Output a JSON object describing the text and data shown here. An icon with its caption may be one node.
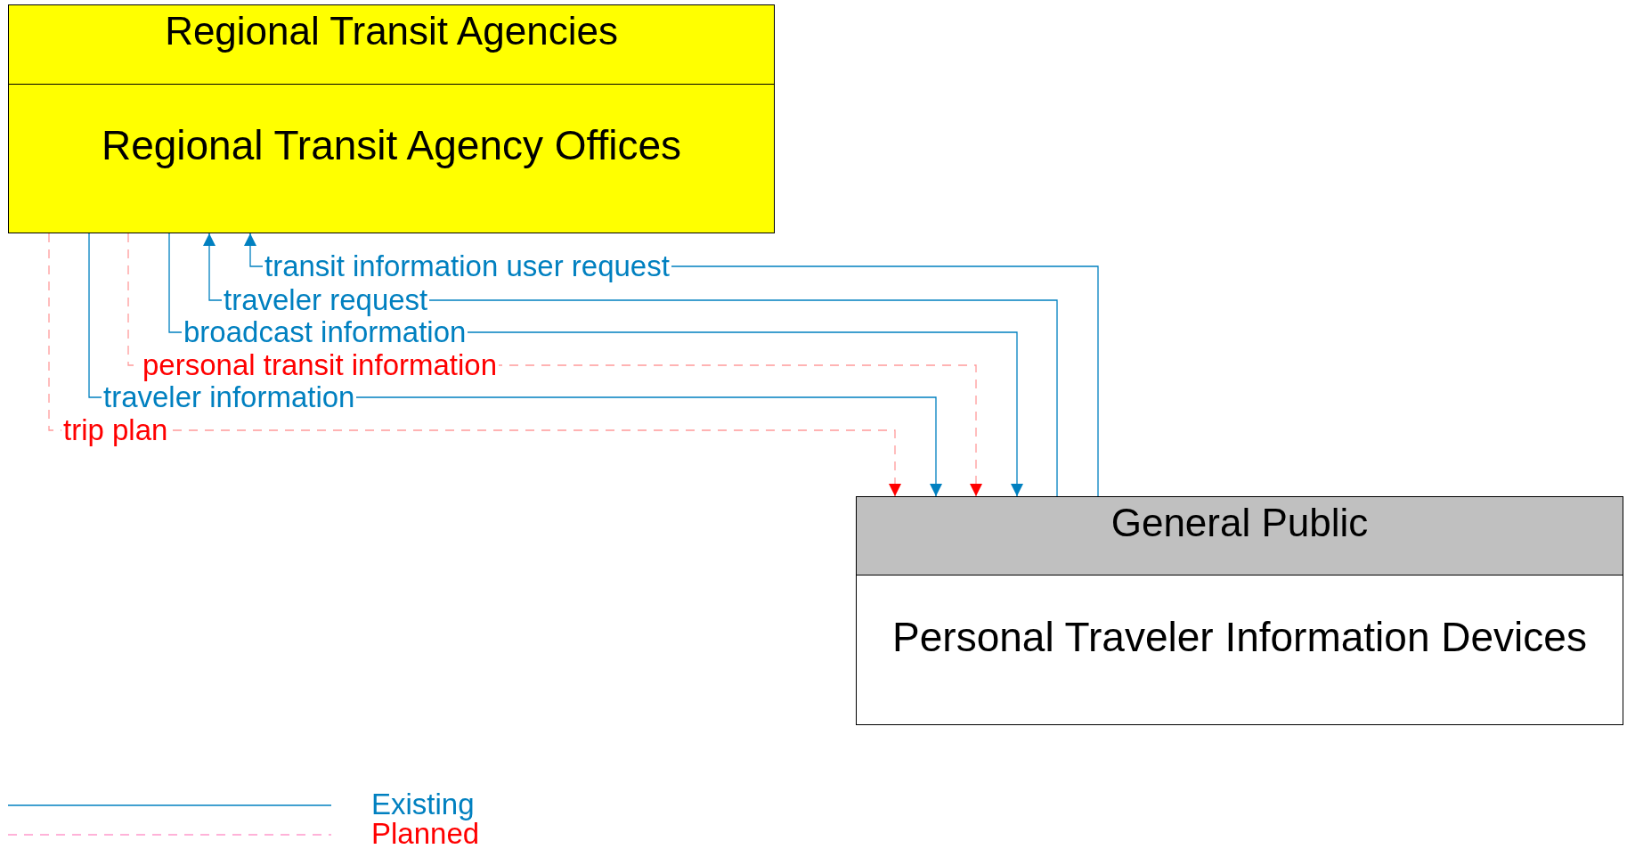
{
  "diagram": {
    "nodes": [
      {
        "text": [
          "Regional Transit Agencies",
          "Regional Transit Agency Offices"
        ]
      },
      {
        "text": [
          "General Public",
          "Personal Traveler Information Devices"
        ]
      }
    ],
    "edges": [
      {
        "from": 1,
        "to": 0,
        "arrow": "to",
        "label": "transit information user request"
      },
      {
        "from": 1,
        "to": 0,
        "arrow": "to",
        "label": "traveler request"
      },
      {
        "from": 0,
        "to": 1,
        "arrow": "to",
        "label": "broadcast information"
      },
      {
        "from": 0,
        "to": 1,
        "arrow": "to",
        "label": "personal transit information",
        "style": "dashed",
        "color": "#ff0000"
      },
      {
        "from": 0,
        "to": 1,
        "arrow": "to",
        "label": "traveler information"
      },
      {
        "from": 0,
        "to": 1,
        "arrow": "to",
        "label": "trip plan",
        "style": "dashed",
        "color": "#ff0000"
      }
    ],
    "legend": [
      {
        "text": "Existing"
      },
      {
        "text": "Planned"
      }
    ]
  }
}
